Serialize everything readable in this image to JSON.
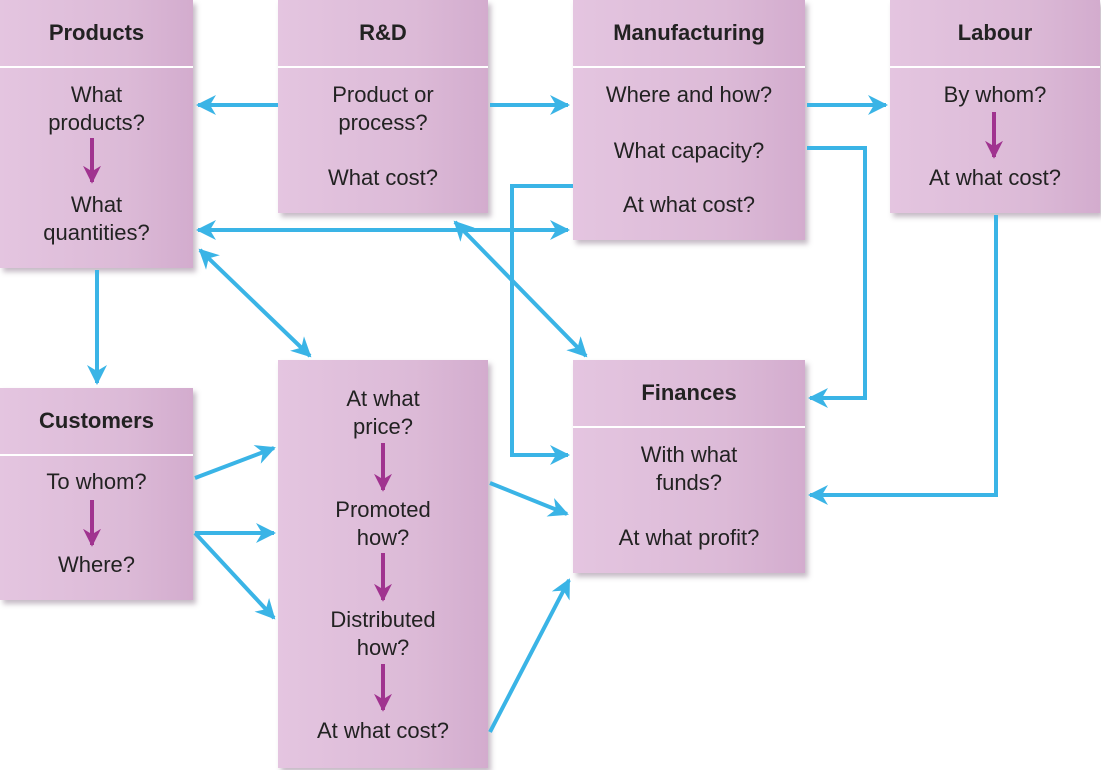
{
  "boxes": {
    "products": {
      "title": "Products",
      "q1": [
        "What",
        "products?"
      ],
      "q2": [
        "What",
        "quantities?"
      ]
    },
    "rd": {
      "title": "R&D",
      "q1": [
        "Product or",
        "process?"
      ],
      "q2": [
        "What cost?"
      ]
    },
    "manufacturing": {
      "title": "Manufacturing",
      "q1": [
        "Where and how?"
      ],
      "q2": [
        "What capacity?"
      ],
      "q3": [
        "At what cost?"
      ]
    },
    "labour": {
      "title": "Labour",
      "q1": [
        "By whom?"
      ],
      "q2": [
        "At what cost?"
      ]
    },
    "customers": {
      "title": "Customers",
      "q1": [
        "To whom?"
      ],
      "q2": [
        "Where?"
      ]
    },
    "marketing": {
      "q1": [
        "At what",
        "price?"
      ],
      "q2": [
        "Promoted",
        "how?"
      ],
      "q3": [
        "Distributed",
        "how?"
      ],
      "q4": [
        "At what cost?"
      ]
    },
    "finances": {
      "title": "Finances",
      "q1": [
        "With what",
        "funds?"
      ],
      "q2": [
        "At what profit?"
      ]
    }
  },
  "colors": {
    "connector": "#3ab4e6",
    "flow": "#a0338f",
    "box": "#dcbad7"
  }
}
